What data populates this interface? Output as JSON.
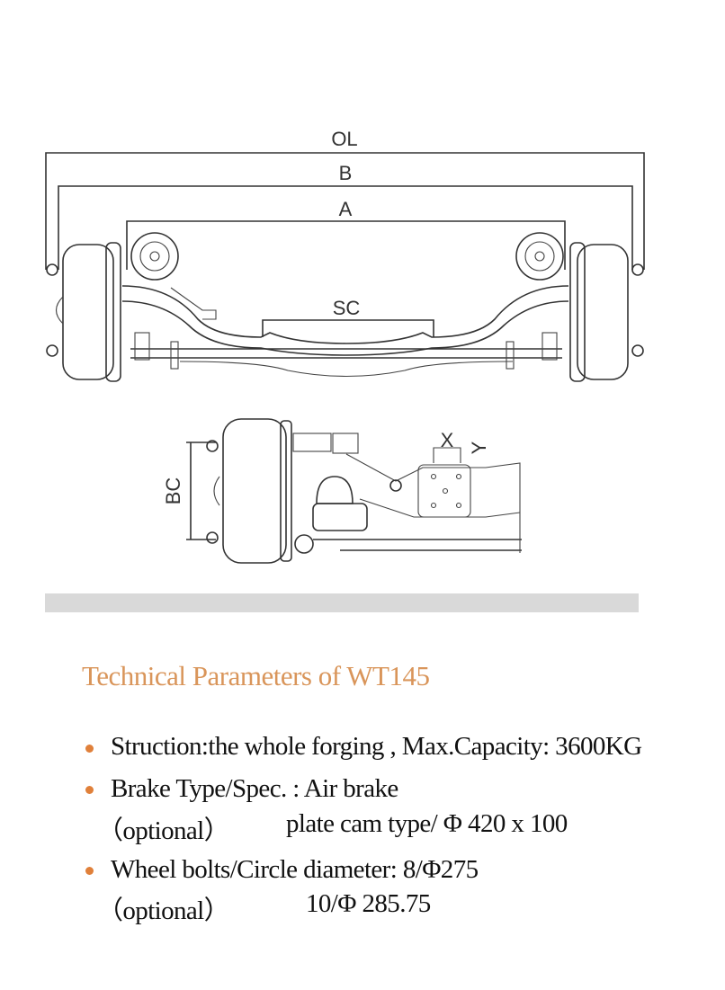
{
  "drawing": {
    "labels": {
      "ol": "OL",
      "b": "B",
      "a": "A",
      "sc": "SC",
      "bc": "BC",
      "x": "X",
      "y": "Y"
    }
  },
  "section": {
    "title": "Technical Parameters of WT145",
    "accent_color": "#d9955a",
    "bullet_color": "#e0803a",
    "items": [
      {
        "line1": "Struction:the whole forging , Max.Capacity: 3600KG"
      },
      {
        "line1": "Brake Type/Spec. : Air brake",
        "opt": "（optional）",
        "line2": "plate cam type/  Φ 420 x 100"
      },
      {
        "line1": "Wheel bolts/Circle diameter: 8/Φ275",
        "opt": "（optional）",
        "line2": "10/Φ 285.75"
      }
    ]
  }
}
